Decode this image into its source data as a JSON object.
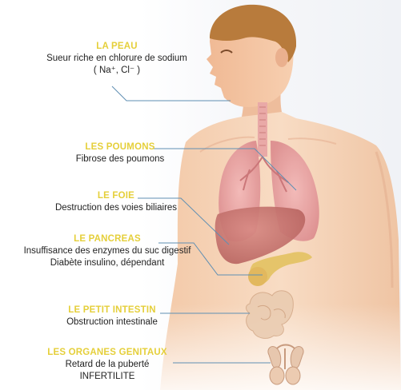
{
  "colors": {
    "title": "#e5cf3a",
    "text": "#222222",
    "leader": "#5f8fb3"
  },
  "labels": [
    {
      "id": "skin",
      "title": "LA PEAU",
      "lines": [
        "Sueur riche en chlorure de sodium",
        "( Na⁺, Cl⁻ )"
      ]
    },
    {
      "id": "lungs",
      "title": "LES POUMONS",
      "lines": [
        "Fibrose des poumons"
      ]
    },
    {
      "id": "liver",
      "title": "LE FOIE",
      "lines": [
        "Destruction des voies biliaires"
      ]
    },
    {
      "id": "pancreas",
      "title": "LE PANCREAS",
      "lines": [
        "Insuffisance des enzymes du suc digestif",
        "Diabète insulino, dépendant"
      ]
    },
    {
      "id": "intestine",
      "title": "LE PETIT INTESTIN",
      "lines": [
        "Obstruction intestinale"
      ]
    },
    {
      "id": "genitals",
      "title": "LES ORGANES GENITAUX",
      "lines": [
        "Retard de la puberté",
        "INFERTILITE"
      ]
    }
  ]
}
